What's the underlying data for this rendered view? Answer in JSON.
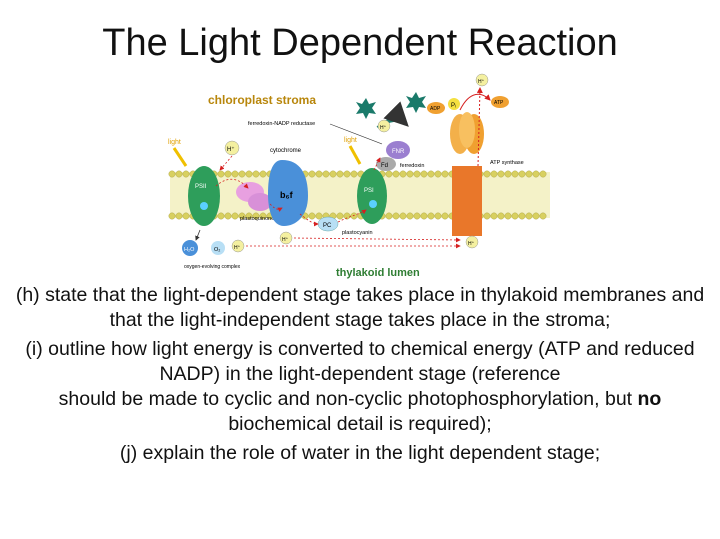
{
  "slide": {
    "title": "The Light Dependent Reaction"
  },
  "diagram": {
    "stroma_label": "chloroplast stroma",
    "lumen_label": "thylakoid lumen",
    "labels": {
      "light_left": "light",
      "light_right": "light",
      "psii": "PSII",
      "psi": "PSI",
      "cytochrome": "cytochrome",
      "b6f": "b₆f",
      "plastoquinone": "plastoquinone",
      "pc": "PC",
      "plastocyanin": "plastocyanin",
      "fnr_label": "ferredoxin-NADP reductase",
      "fnr": "FNR",
      "fd": "Fd",
      "ferredoxin": "ferredoxin",
      "atp_synthase": "ATP synthase",
      "oec": "oxygen-evolving complex",
      "h2o": "H₂O",
      "o2": "O₂",
      "h_plus": "H⁺",
      "adp": "ADP",
      "pi": "Pᵢ",
      "atp": "ATP"
    },
    "colors": {
      "stroma_text": "#b8860b",
      "lumen_text": "#2e7d32",
      "photosystem": "#2e9e5b",
      "cytochrome": "#4a90d9",
      "pq": "#e8a0e0",
      "atp_synthase": "#f0a030",
      "membrane": "#e8e48a",
      "arrow": "#d62020",
      "h_circle": "#f4f0a0",
      "nadp": "#1a7a6a"
    }
  },
  "objectives": {
    "h": "(h) state that the light-dependent stage takes place in thylakoid membranes and that the light-independent stage takes place in the stroma;",
    "i_part1": "(i) outline how light energy is converted to chemical energy (ATP and reduced NADP) in the light-dependent stage (reference",
    "i_part2_a": "should be made to cyclic and non-cyclic photophosphorylation, but ",
    "i_part2_bold": "no",
    "i_part2_b": " biochemical detail is required);",
    "j": "(j) explain the role of water in the light dependent stage;"
  }
}
